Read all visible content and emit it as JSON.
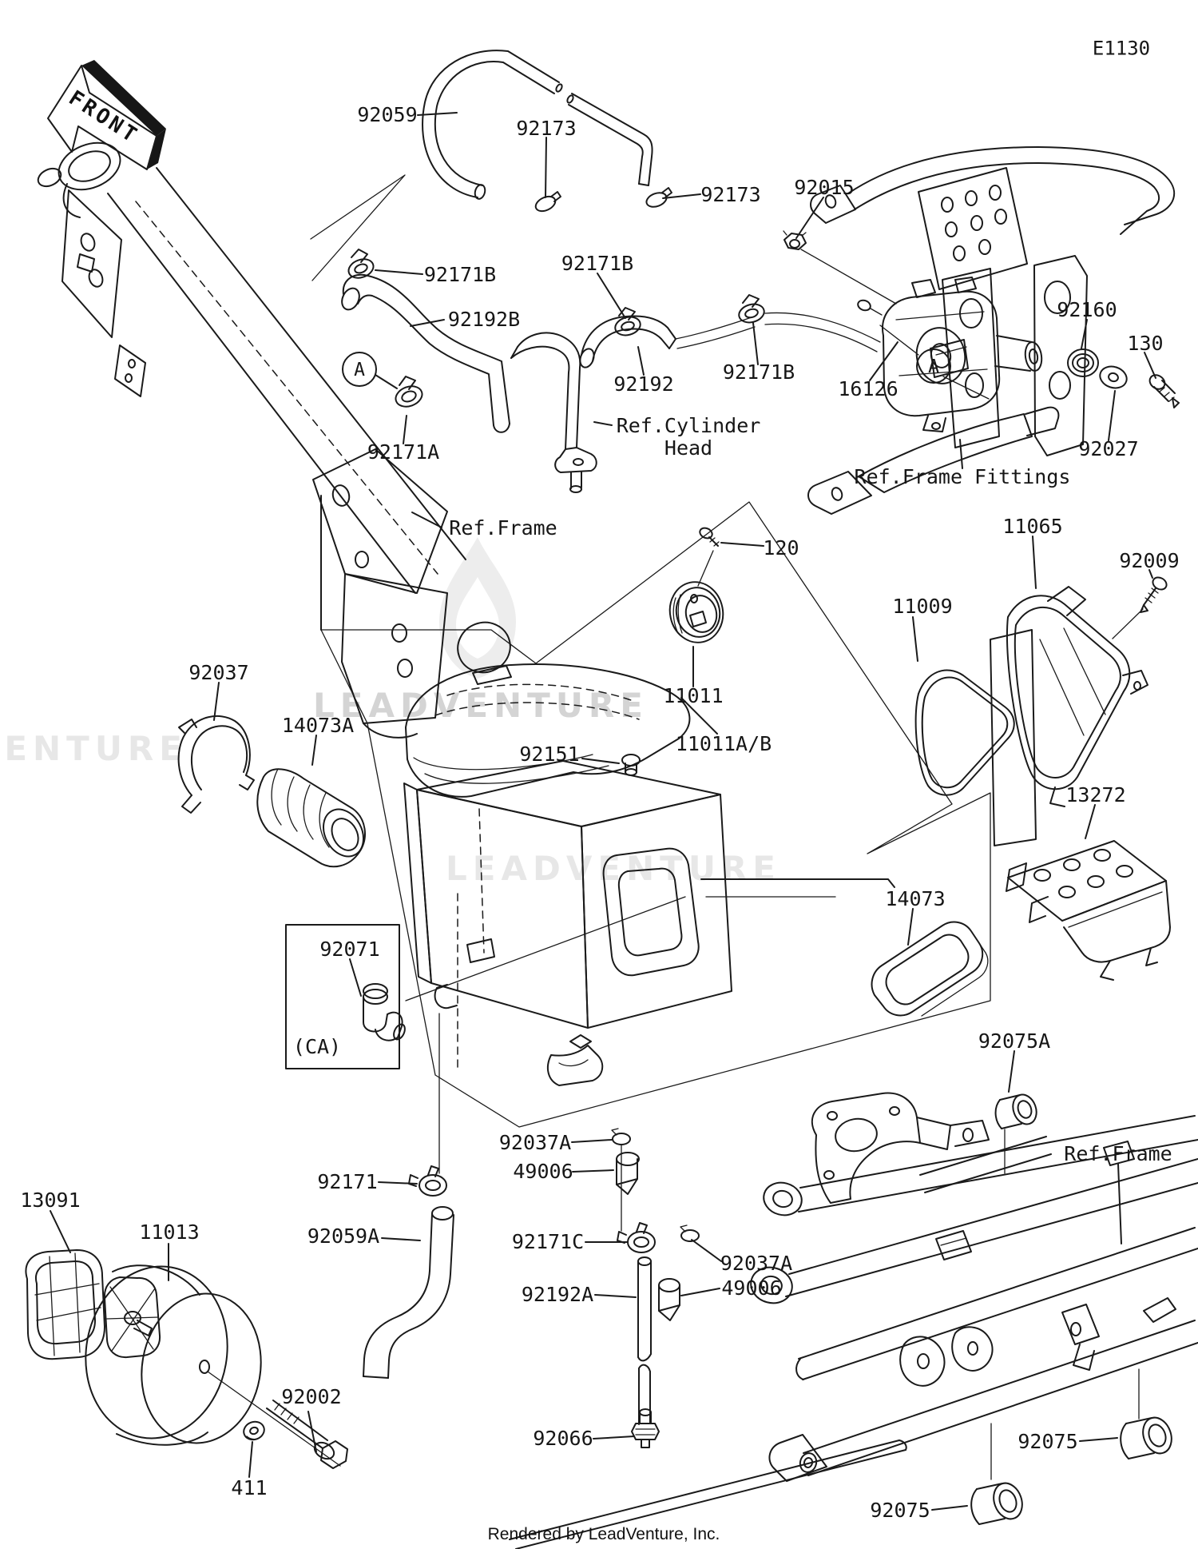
{
  "diagram": {
    "code": "E1130",
    "orientation_arrow": "FRONT",
    "detail_marker": "A",
    "watermark": "LEADVENTURE",
    "caption": "Rendered by LeadVenture, Inc."
  },
  "labels": [
    {
      "text": "E1130"
    },
    {
      "text": "92059"
    },
    {
      "text": "92173"
    },
    {
      "text": "92173"
    },
    {
      "text": "92015"
    },
    {
      "text": "92171B"
    },
    {
      "text": "92192B"
    },
    {
      "text": "92171B"
    },
    {
      "text": "92192"
    },
    {
      "text": "92171B"
    },
    {
      "text": "16126"
    },
    {
      "text": "92160"
    },
    {
      "text": "130"
    },
    {
      "text": "92027"
    },
    {
      "text": "Ref.Frame Fittings"
    },
    {
      "text": "92171A"
    },
    {
      "text": "Ref.Cylinder\nHead"
    },
    {
      "text": "Ref.Frame"
    },
    {
      "text": "120"
    },
    {
      "text": "11011"
    },
    {
      "text": "11009"
    },
    {
      "text": "11065"
    },
    {
      "text": "92009"
    },
    {
      "text": "92037"
    },
    {
      "text": "14073A"
    },
    {
      "text": "92151"
    },
    {
      "text": "11011A/B"
    },
    {
      "text": "13272"
    },
    {
      "text": "14073"
    },
    {
      "text": "92071"
    },
    {
      "text": "(CA)"
    },
    {
      "text": "92075A"
    },
    {
      "text": "Ref.Frame"
    },
    {
      "text": "92037A"
    },
    {
      "text": "49006"
    },
    {
      "text": "92171"
    },
    {
      "text": "92059A"
    },
    {
      "text": "92171C"
    },
    {
      "text": "92037A"
    },
    {
      "text": "49006"
    },
    {
      "text": "92192A"
    },
    {
      "text": "13091"
    },
    {
      "text": "11013"
    },
    {
      "text": "92002"
    },
    {
      "text": "411"
    },
    {
      "text": "92066"
    },
    {
      "text": "92075"
    },
    {
      "text": "92075"
    }
  ]
}
